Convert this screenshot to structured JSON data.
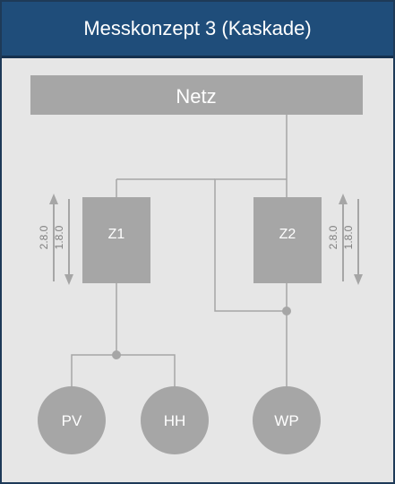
{
  "header": {
    "title": "Messkonzept 3 (Kaskade)"
  },
  "diagram": {
    "grid": {
      "label": "Netz"
    },
    "meters": [
      {
        "label": "Z1",
        "register_up": "2.8.0",
        "register_down": "1.8.0"
      },
      {
        "label": "Z2",
        "register_up": "2.8.0",
        "register_down": "1.8.0"
      }
    ],
    "consumers": [
      {
        "label": "PV"
      },
      {
        "label": "HH"
      },
      {
        "label": "WP"
      }
    ]
  },
  "colors": {
    "header_bg": "#1f4d7a",
    "card_bg": "#e6e6e6",
    "element_fill": "#a6a6a6",
    "line": "#a6a6a6",
    "text_light": "#ffffff",
    "text_dark": "#808080"
  }
}
